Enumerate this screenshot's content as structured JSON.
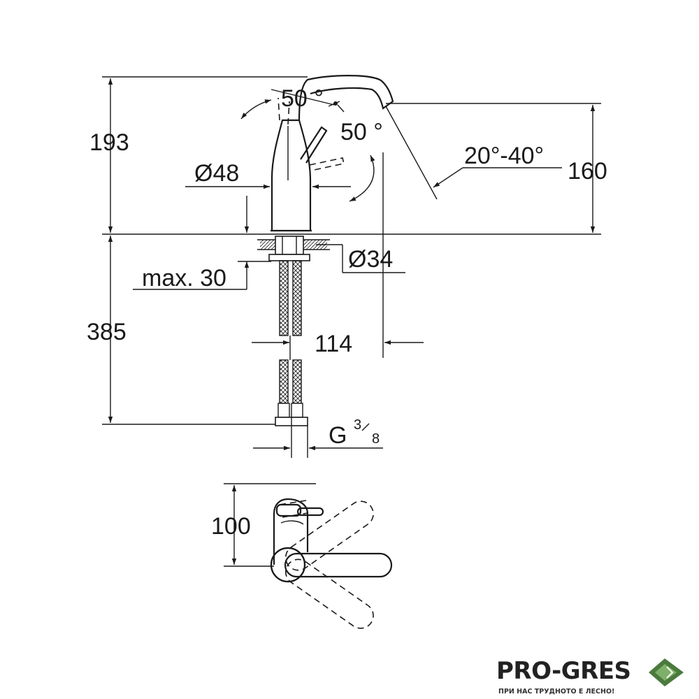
{
  "dimensions": {
    "height_total": "193",
    "handle_angle_back": "50 °",
    "handle_angle_side": "50 °",
    "spout_angle": "20°-40°",
    "spout_height": "160",
    "body_diameter": "Ø48",
    "hole_diameter": "Ø34",
    "max_deck": "max. 30",
    "hose_length": "385",
    "projection": "114",
    "thread_main": "G",
    "thread_sup": "3",
    "thread_sub": "8",
    "plan_depth": "100"
  },
  "logo": {
    "name": "PRO-GRES",
    "tagline": "ПРИ НАС ТРУДНОТО Е ЛЕСНО!",
    "colors": {
      "text": "#222222",
      "diamond_dark": "#4a7a3c",
      "diamond_light": "#7fb069"
    }
  },
  "colors": {
    "line": "#1a1a1a",
    "background": "#ffffff"
  }
}
